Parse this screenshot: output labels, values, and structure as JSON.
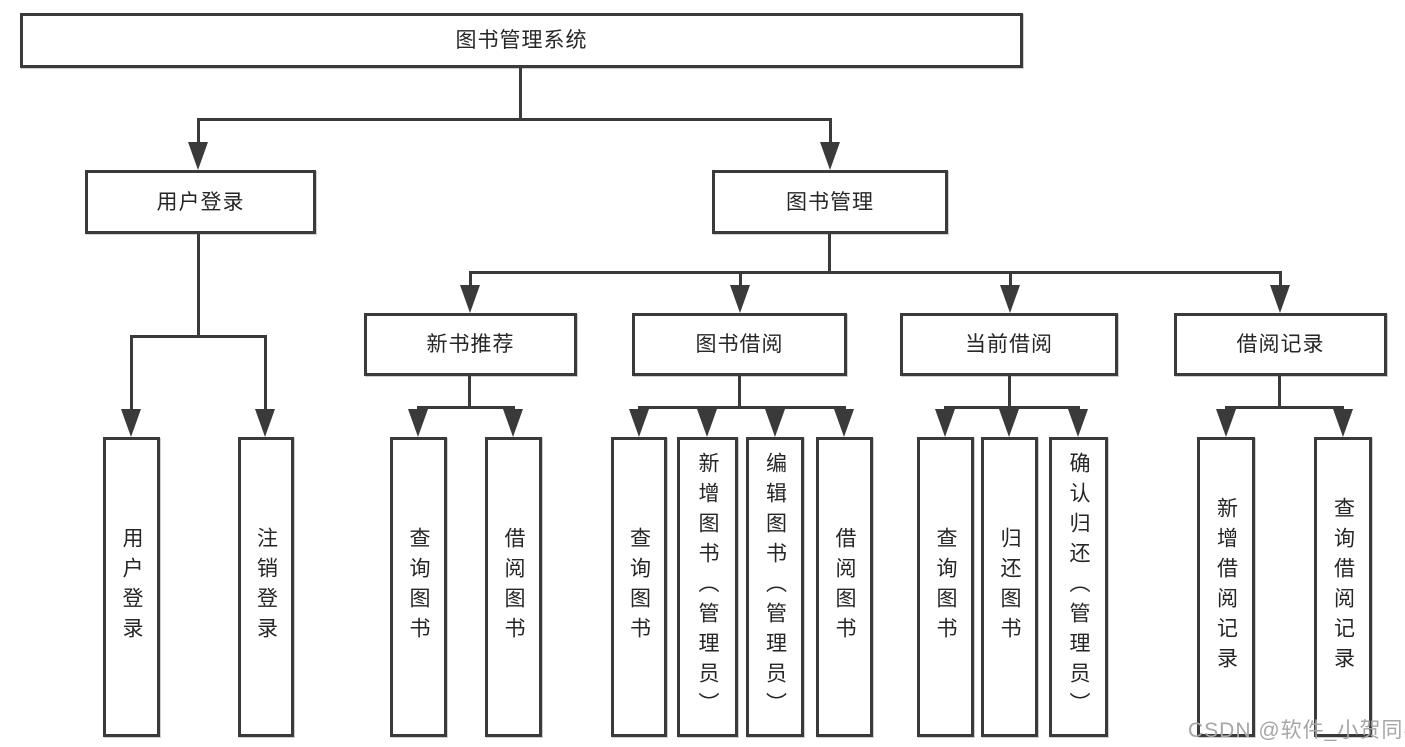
{
  "diagram": {
    "title": "图书管理系统",
    "type": "hierarchy-tree",
    "colors": {
      "line": "#3a3a3a",
      "box_border": "#3a3a3a",
      "text": "#262626",
      "background": "#ffffff",
      "watermark": "#a6a6a6"
    },
    "nodes": {
      "root": "图书管理系统",
      "user_login": "用户登录",
      "book_mgmt": "图书管理",
      "new_book_rec": "新书推荐",
      "book_borrow": "图书借阅",
      "current_borrow": "当前借阅",
      "borrow_records": "借阅记录",
      "leaf_user_login": "用户登录",
      "leaf_logout": "注销登录",
      "leaf_query_books_a": "查询图书",
      "leaf_borrow_books_a": "借阅图书",
      "leaf_query_books_b": "查询图书",
      "leaf_add_book_admin": "新增图书（管理员）",
      "leaf_edit_book_admin": "编辑图书（管理员）",
      "leaf_borrow_books_b": "借阅图书",
      "leaf_query_books_c": "查询图书",
      "leaf_return_book": "归还图书",
      "leaf_confirm_return_admin": "确认归还（管理员）",
      "leaf_add_borrow_record": "新增借阅记录",
      "leaf_query_borrow_record": "查询借阅记录"
    },
    "tree": {
      "label": "图书管理系统",
      "children": [
        {
          "label": "用户登录",
          "children": [
            {
              "label": "用户登录"
            },
            {
              "label": "注销登录"
            }
          ]
        },
        {
          "label": "图书管理",
          "children": [
            {
              "label": "新书推荐",
              "children": [
                {
                  "label": "查询图书"
                },
                {
                  "label": "借阅图书"
                }
              ]
            },
            {
              "label": "图书借阅",
              "children": [
                {
                  "label": "查询图书"
                },
                {
                  "label": "新增图书（管理员）"
                },
                {
                  "label": "编辑图书（管理员）"
                },
                {
                  "label": "借阅图书"
                }
              ]
            },
            {
              "label": "当前借阅",
              "children": [
                {
                  "label": "查询图书"
                },
                {
                  "label": "归还图书"
                },
                {
                  "label": "确认归还（管理员）"
                }
              ]
            },
            {
              "label": "借阅记录",
              "children": [
                {
                  "label": "新增借阅记录"
                },
                {
                  "label": "查询借阅记录"
                }
              ]
            }
          ]
        }
      ]
    },
    "watermark": "CSDN @软件_小贺同学"
  }
}
